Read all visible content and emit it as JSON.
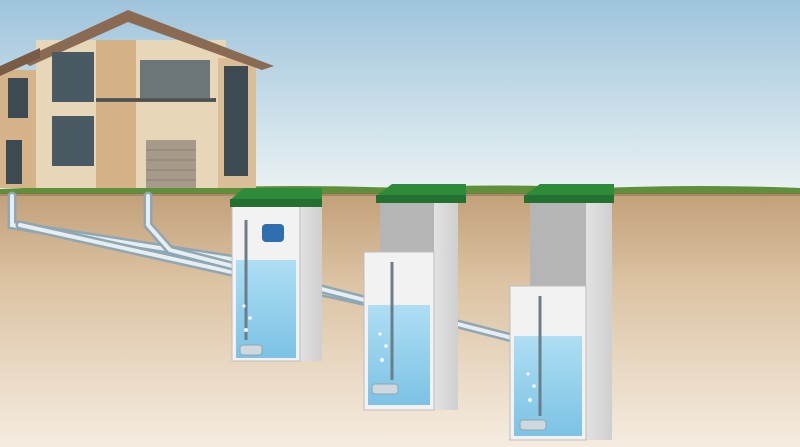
{
  "scene": {
    "description_visible_text": "",
    "colors": {
      "sky_top": "#9ec4dc",
      "sky_bottom": "#e8f1f4",
      "soil_top": "#c7a77f",
      "soil_bottom": "#f3e9dc",
      "grass": "#5f8f3a",
      "lid": "#2e8b3a",
      "tank_body": "#f2f2f2",
      "water": "#8fd0f0",
      "pipe": "#b9c9d3",
      "brick": "#d6b48a",
      "wall": "#e8d6b8",
      "roof": "#8a6a52",
      "window": "#3d4a52"
    }
  },
  "house": {
    "label": ""
  },
  "tanks": [
    {
      "id": "tank-1"
    },
    {
      "id": "tank-2"
    },
    {
      "id": "tank-3"
    }
  ]
}
